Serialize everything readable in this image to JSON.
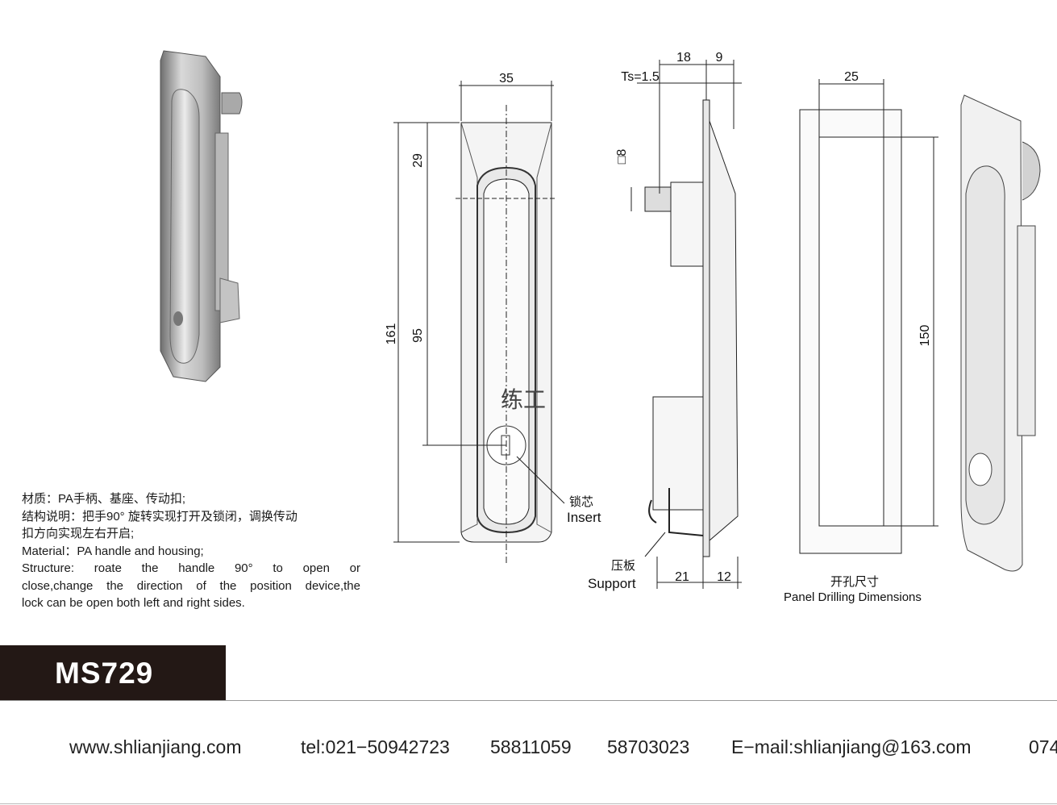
{
  "product": {
    "model": "MS729"
  },
  "dimensions": {
    "front_width": "35",
    "front_height": "161",
    "top_offset": "29",
    "handle_length": "95",
    "side_depth": "18",
    "side_extra": "9",
    "panel_thickness": "Ts=1.5",
    "square_drive": "□8",
    "support_offset": "21",
    "support_right": "12",
    "cutout_width": "25",
    "cutout_height": "150"
  },
  "labels": {
    "insert_cn": "锁芯",
    "insert_en": "Insert",
    "support_cn": "压板",
    "support_en": "Support",
    "panel_cn": "开孔尺寸",
    "panel_en": "Panel Drilling Dimensions",
    "watermark": "练工"
  },
  "spec": {
    "material_cn": "材质：PA手柄、基座、传动扣;",
    "structure_cn_1": "结构说明：把手90° 旋转实现打开及锁闭，调换传动",
    "structure_cn_2": "扣方向实现左右开启;",
    "material_en": "Material：PA handle and housing;",
    "structure_en_1": "Structure: roate the handle 90° to open or",
    "structure_en_2": "close,change the direction of the position device,the",
    "structure_en_3": "lock can be open both left and right sides."
  },
  "footer": {
    "website": "www.shlianjiang.com",
    "tel": "tel:021−50942723",
    "phone2": "58811059",
    "phone3": "58703023",
    "email": "E−mail:shlianjiang@163.com",
    "extra": "074"
  }
}
